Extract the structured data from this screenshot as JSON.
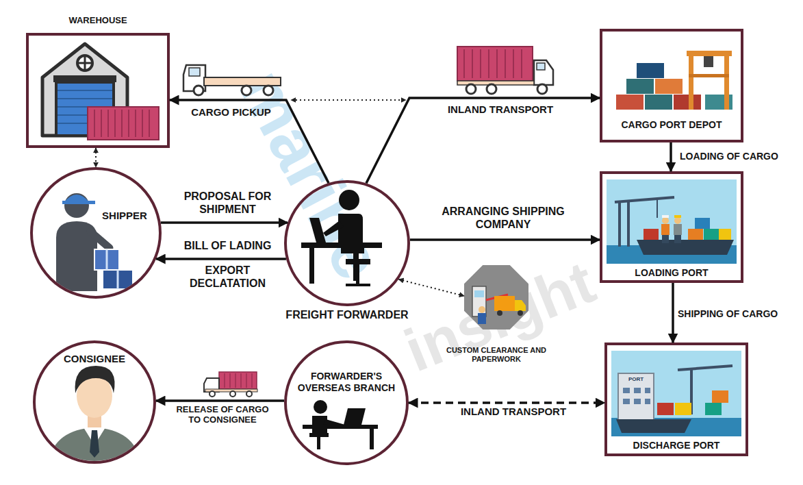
{
  "diagram": {
    "nodes": [
      {
        "text": [
          "WAREHOUSE"
        ]
      },
      {
        "text": [
          "CARGO PORT DEPOT"
        ]
      },
      {
        "text": [
          "SHIPPER"
        ]
      },
      {
        "text": [
          "FREIGHT FORWARDER"
        ]
      },
      {
        "text": [
          "LOADING PORT"
        ]
      },
      {
        "text": [
          "CUSTOM CLEARANCE AND PAPERWORK"
        ]
      },
      {
        "text": [
          "CONSIGNEE"
        ]
      },
      {
        "text": [
          "FORWARDER'S OVERSEAS BRANCH"
        ]
      },
      {
        "text": [
          "DISCHARGE PORT"
        ]
      }
    ],
    "edges": [
      {
        "from": 3,
        "to": 0,
        "label": "CARGO PICKUP",
        "arrow": "to"
      },
      {
        "from": 3,
        "to": 1,
        "label": "INLAND TRANSPORT",
        "arrow": "to"
      },
      {
        "from": 2,
        "to": 3,
        "label": "PROPOSAL FOR SHIPMENT",
        "arrow": "to"
      },
      {
        "from": 3,
        "to": 2,
        "label": "BILL OF LADING",
        "arrow": "to"
      },
      {
        "from": 3,
        "to": 4,
        "label": "ARRANGING SHIPPING COMPANY",
        "arrow": "to"
      },
      {
        "from": 1,
        "to": 4,
        "label": "LOADING OF CARGO",
        "arrow": "to"
      },
      {
        "from": 4,
        "to": 8,
        "label": "SHIPPING OF CARGO",
        "arrow": "to"
      },
      {
        "from": 7,
        "to": 8,
        "label": "INLAND TRANSPORT",
        "arrow": "both"
      },
      {
        "from": 7,
        "to": 6,
        "label": "RELEASE OF CARGO TO CONSIGNEE",
        "arrow": "to"
      },
      {
        "from": 0,
        "to": 2,
        "arrow": "both"
      },
      {
        "from": 3,
        "to": 5,
        "arrow": "both"
      }
    ],
    "labels": [
      "EXPORT DECLATATION",
      "PORT",
      "marine",
      "insight"
    ]
  }
}
